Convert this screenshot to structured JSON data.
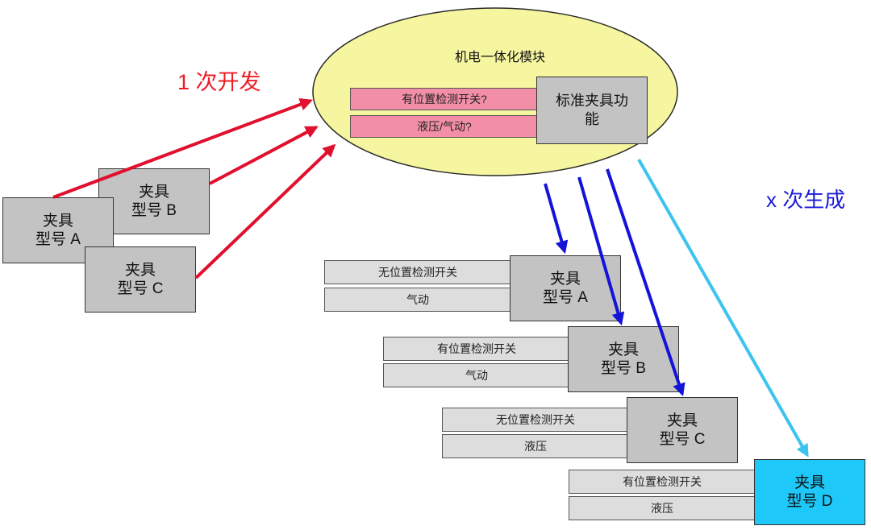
{
  "labels": {
    "develop_once": "1 次开发",
    "generate_x": "x 次生成"
  },
  "module": {
    "title": "机电一体化模块",
    "option_sensor": "有位置检测开关?",
    "option_drive": "液压/气动?",
    "standard_function": "标准夹具功\n能"
  },
  "source_fixtures": {
    "a": "夹具\n型号 A",
    "b": "夹具\n型号 B",
    "c": "夹具\n型号 C"
  },
  "generated": {
    "a": {
      "name": "夹具\n型号 A",
      "sensor": "无位置检测开关",
      "drive": "气动"
    },
    "b": {
      "name": "夹具\n型号 B",
      "sensor": "有位置检测开关",
      "drive": "气动"
    },
    "c": {
      "name": "夹具\n型号 C",
      "sensor": "无位置检测开关",
      "drive": "液压"
    },
    "d": {
      "name": "夹具\n型号 D",
      "sensor": "有位置检测开关",
      "drive": "液压"
    }
  },
  "colors": {
    "develop_arrow": "#e0102e",
    "generate_arrow": "#1414d8",
    "new_arrow": "#3cc3f0",
    "ellipse_fill": "#f6f6a0",
    "highlight_box": "#1ec8f8",
    "develop_text": "#ee1c25",
    "generate_text": "#1a1ad8"
  }
}
